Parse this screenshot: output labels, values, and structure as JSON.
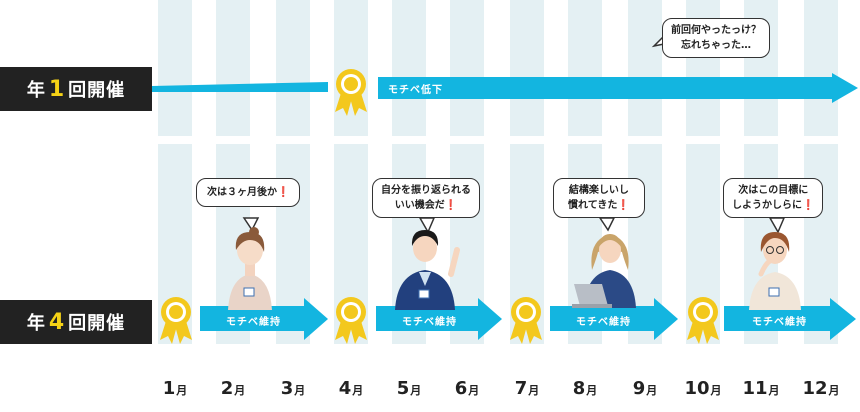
{
  "rows": {
    "yearly": {
      "prefix": "年",
      "num": "1",
      "suffix": "回開催",
      "arrow_label": "モチベ低下"
    },
    "quarterly": {
      "prefix": "年",
      "num": "4",
      "suffix": "回開催",
      "arrow_label": "モチベ維持"
    }
  },
  "bubbles": {
    "yearly_forgot": {
      "line1": "前回何やったっけ？",
      "line2": "忘れちゃった…"
    },
    "q1": {
      "line1": "次は３ヶ月後か",
      "mark": "❗"
    },
    "q2": {
      "line1": "自分を振り返られる",
      "line2": "いい機会だ",
      "mark": "❗"
    },
    "q3": {
      "line1": "結構楽しいし",
      "line2": "慣れてきた",
      "mark": "❗"
    },
    "q4": {
      "line1": "次はこの目標に",
      "line2": "しようかしらに",
      "mark": "❗"
    }
  },
  "months": [
    {
      "n": "1",
      "u": "月"
    },
    {
      "n": "2",
      "u": "月"
    },
    {
      "n": "3",
      "u": "月"
    },
    {
      "n": "4",
      "u": "月"
    },
    {
      "n": "5",
      "u": "月"
    },
    {
      "n": "6",
      "u": "月"
    },
    {
      "n": "7",
      "u": "月"
    },
    {
      "n": "8",
      "u": "月"
    },
    {
      "n": "9",
      "u": "月"
    },
    {
      "n": "10",
      "u": "月"
    },
    {
      "n": "11",
      "u": "月"
    },
    {
      "n": "12",
      "u": "月"
    }
  ],
  "colors": {
    "column": "#e4f0f3",
    "arrow": "#13b5e0",
    "medal": "#f3c81d",
    "label_bg": "#222222",
    "accent_num": "#f5d216"
  },
  "icons": {
    "medal": "award-ribbon-icon",
    "people": "person-illustration"
  }
}
